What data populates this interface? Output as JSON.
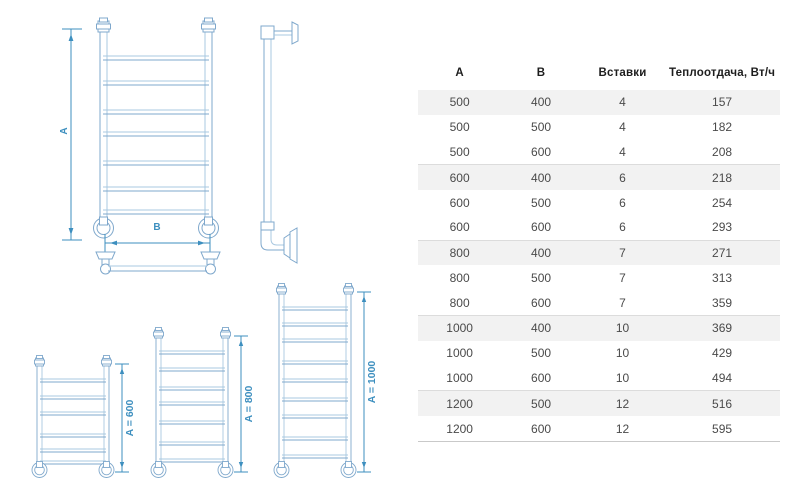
{
  "drawing": {
    "title": "heated-towel-rail-technical-drawing",
    "colors": {
      "line": "#7fa8cc",
      "line_light": "#a9c8e0",
      "dimension": "#3d8fbf",
      "text": "#3d8fbf"
    },
    "main_view": {
      "height_label": "A",
      "width_label": "B",
      "rungs": 7
    },
    "variants": [
      {
        "label": "A = 600",
        "rungs": 6
      },
      {
        "label": "A = 800",
        "rungs": 7
      },
      {
        "label": "A = 1000",
        "rungs": 9
      }
    ]
  },
  "table": {
    "headers": [
      "А",
      "В",
      "Вставки",
      "Теплоотдача, Вт/ч"
    ],
    "rows": [
      {
        "a": "500",
        "b": "400",
        "inserts": "4",
        "heat": "157"
      },
      {
        "a": "500",
        "b": "500",
        "inserts": "4",
        "heat": "182"
      },
      {
        "a": "500",
        "b": "600",
        "inserts": "4",
        "heat": "208"
      },
      {
        "a": "600",
        "b": "400",
        "inserts": "6",
        "heat": "218"
      },
      {
        "a": "600",
        "b": "500",
        "inserts": "6",
        "heat": "254"
      },
      {
        "a": "600",
        "b": "600",
        "inserts": "6",
        "heat": "293"
      },
      {
        "a": "800",
        "b": "400",
        "inserts": "7",
        "heat": "271"
      },
      {
        "a": "800",
        "b": "500",
        "inserts": "7",
        "heat": "313"
      },
      {
        "a": "800",
        "b": "600",
        "inserts": "7",
        "heat": "359"
      },
      {
        "a": "1000",
        "b": "400",
        "inserts": "10",
        "heat": "369"
      },
      {
        "a": "1000",
        "b": "500",
        "inserts": "10",
        "heat": "429"
      },
      {
        "a": "1000",
        "b": "600",
        "inserts": "10",
        "heat": "494"
      },
      {
        "a": "1200",
        "b": "500",
        "inserts": "12",
        "heat": "516"
      },
      {
        "a": "1200",
        "b": "600",
        "inserts": "12",
        "heat": "595"
      }
    ]
  }
}
